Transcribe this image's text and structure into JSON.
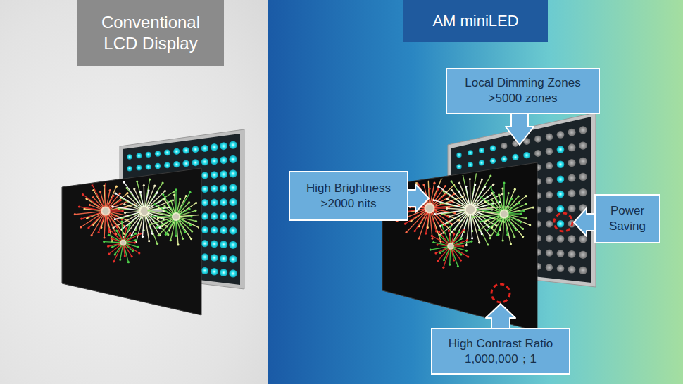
{
  "diagram": {
    "nodes": [
      {
        "text": [
          "Conventional LCD Display"
        ]
      },
      {
        "text": [
          "AM miniLED"
        ]
      },
      {
        "text": [
          "Local Dimming Zones",
          ">5000 zones"
        ]
      },
      {
        "text": [
          "High Brightness",
          ">2000 nits"
        ]
      },
      {
        "text": [
          "Power Saving"
        ]
      },
      {
        "text": [
          "High Contrast Ratio",
          "1,000,000；1"
        ]
      }
    ]
  }
}
